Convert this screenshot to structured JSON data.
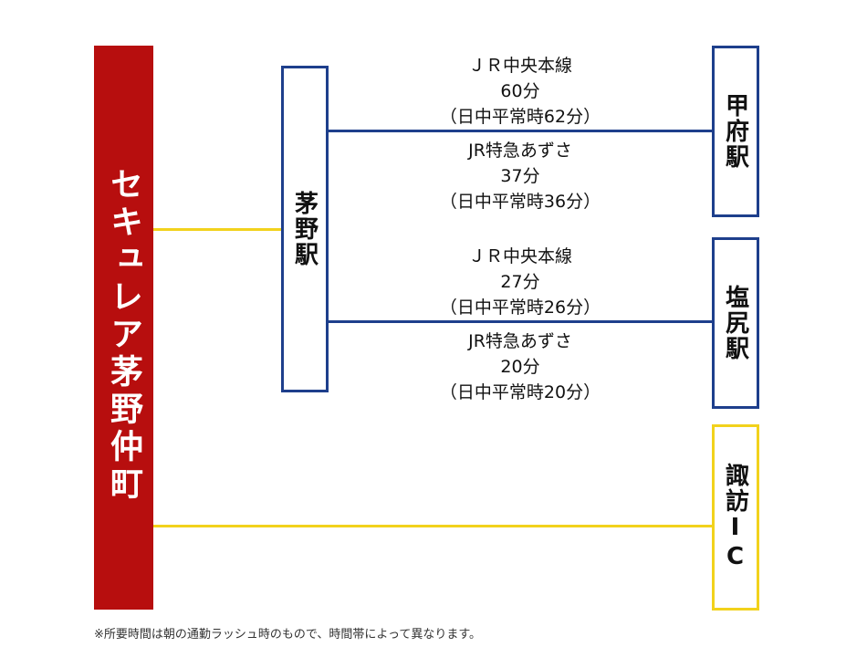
{
  "origin": {
    "name": "セキュレア茅野仲町",
    "color": "#b70e0e"
  },
  "hub_station": {
    "name": "茅野駅"
  },
  "destinations": {
    "kofu": {
      "name": "甲府駅"
    },
    "shiojiri": {
      "name": "塩尻駅"
    },
    "suwa_ic": {
      "name": "諏訪IC"
    }
  },
  "routes": {
    "kofu_chuo": {
      "line": "ＪＲ中央本線",
      "time": "60分",
      "daytime": "（日中平常時62分）"
    },
    "kofu_azusa": {
      "line": "JR特急あずさ",
      "time": "37分",
      "daytime": "（日中平常時36分）"
    },
    "shiojiri_chuo": {
      "line": "ＪＲ中央本線",
      "time": "27分",
      "daytime": "（日中平常時26分）"
    },
    "shiojiri_azusa": {
      "line": "JR特急あずさ",
      "time": "20分",
      "daytime": "（日中平常時20分）"
    }
  },
  "colors": {
    "rail": "#1e3f8c",
    "road": "#f2d21c"
  },
  "footnote": "※所要時間は朝の通勤ラッシュ時のもので、時間帯によって異なります。"
}
